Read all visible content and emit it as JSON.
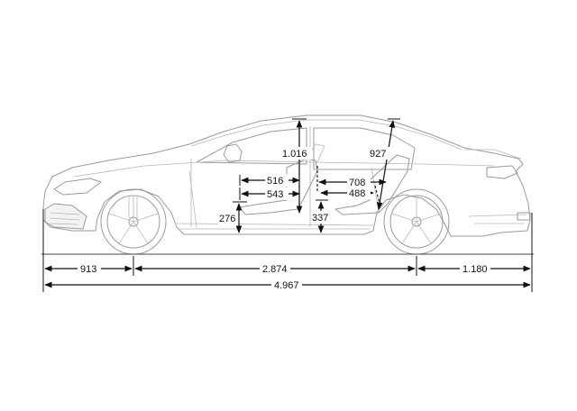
{
  "dimensions": {
    "front_overhang": "913",
    "wheelbase": "2.874",
    "rear_overhang": "1.180",
    "overall_length": "4.967",
    "front_headroom": "1.016",
    "rear_headroom": "927",
    "front_legroom_a": "516",
    "front_legroom_b": "543",
    "rear_legroom_a": "708",
    "rear_legroom_b": "488",
    "front_seat_height": "276",
    "rear_seat_height": "337"
  },
  "colors": {
    "car_outline": "#9a9a9a",
    "dimension_lines": "#111111",
    "background": "#ffffff"
  }
}
